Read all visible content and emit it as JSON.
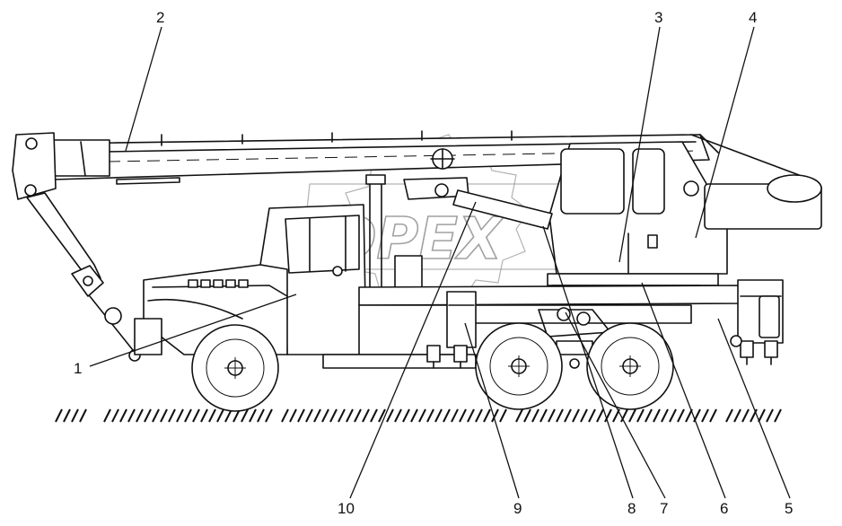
{
  "watermark": {
    "text": "OPEX"
  },
  "callouts": [
    {
      "id": "1",
      "label": "1"
    },
    {
      "id": "2",
      "label": "2"
    },
    {
      "id": "3",
      "label": "3"
    },
    {
      "id": "4",
      "label": "4"
    },
    {
      "id": "5",
      "label": "5"
    },
    {
      "id": "6",
      "label": "6"
    },
    {
      "id": "7",
      "label": "7"
    },
    {
      "id": "8",
      "label": "8"
    },
    {
      "id": "9",
      "label": "9"
    },
    {
      "id": "10",
      "label": "10"
    }
  ]
}
